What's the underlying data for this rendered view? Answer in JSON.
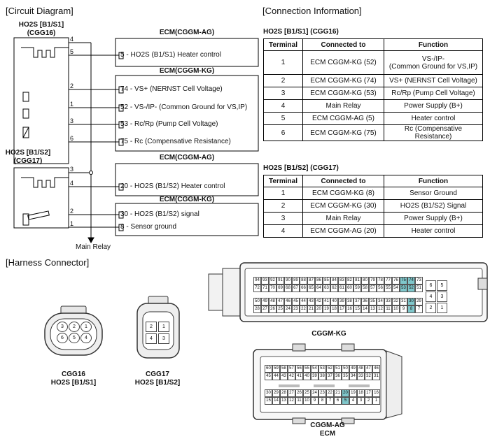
{
  "circuit": {
    "heading": "[Circuit Diagram]",
    "cgg16_title": "HO2S [B1/S1]",
    "cgg16_sub": "(CGG16)",
    "cgg17_title": "HO2S [B1/S2]",
    "cgg17_sub": "(CGG17)",
    "pins_s1": [
      "4",
      "5",
      "2",
      "1",
      "3",
      "6"
    ],
    "pins_s2": [
      "3",
      "4",
      "2",
      "1"
    ],
    "ecm_ag_1": "ECM(CGGM-AG)",
    "ecm_kg_1": "ECM(CGGM-KG)",
    "ecm_ag_2": "ECM(CGGM-AG)",
    "ecm_kg_2": "ECM(CGGM-KG)",
    "sig_heater_s1": "5 - HO2S (B1/S1) Heater control",
    "sig_vs": "74 - VS+ (NERNST Cell Voltage)",
    "sig_vs_ip": "52 - VS-/IP- (Common Ground for VS,IP)",
    "sig_rc_rp": "53 - Rc/Rp (Pump Cell Voltage)",
    "sig_rc": "75 - Rc (Compensative Resistance)",
    "sig_heater_s2": "20 - HO2S (B1/S2) Heater control",
    "sig_s2_signal": "30 - HO2S (B1/S2) signal",
    "sig_ground": "8 - Sensor ground",
    "main_relay": "Main Relay"
  },
  "connection": {
    "heading": "[Connection Information]",
    "table1_title": "HO2S [B1/S1] (CGG16)",
    "table2_title": "HO2S [B1/S2] (CGG17)",
    "headers": [
      "Terminal",
      "Connected to",
      "Function"
    ],
    "table1_rows": [
      [
        "1",
        "ECM CGGM-KG (52)",
        "VS-/IP-",
        "(Common Ground for VS,IP)"
      ],
      [
        "2",
        "ECM CGGM-KG (74)",
        "VS+ (NERNST Cell Voltage)",
        ""
      ],
      [
        "3",
        "ECM CGGM-KG (53)",
        "Rc/Rp (Pump Cell Voltage)",
        ""
      ],
      [
        "4",
        "Main Relay",
        "Power Supply (B+)",
        ""
      ],
      [
        "5",
        "ECM CGGM-AG (5)",
        "Heater control",
        ""
      ],
      [
        "6",
        "ECM CGGM-KG (75)",
        "Rc (Compensative Resistance)",
        ""
      ]
    ],
    "table2_rows": [
      [
        "1",
        "ECM CGGM-KG (8)",
        "Sensor Ground"
      ],
      [
        "2",
        "ECM CGGM-KG (30)",
        "HO2S (B1/S2) Signal"
      ],
      [
        "3",
        "Main Relay",
        "Power Supply (B+)"
      ],
      [
        "4",
        "ECM CGGM-AG (20)",
        "Heater control"
      ]
    ]
  },
  "harness": {
    "heading": "[Harness Connector]",
    "cgg16_label1": "CGG16",
    "cgg16_label2": "HO2S [B1/S1]",
    "cgg16_pins_top": [
      "3",
      "2",
      "1"
    ],
    "cgg16_pins_bottom": [
      "6",
      "5",
      "4"
    ],
    "cgg17_label1": "CGG17",
    "cgg17_label2": "HO2S [B1/S2]",
    "cgg17_pins": [
      "2",
      "1",
      "4",
      "3"
    ],
    "kg_label": "CGGM-KG",
    "kg_row1": [
      "94",
      "93",
      "92",
      "91",
      "90",
      "89",
      "88",
      "87",
      "86",
      "85",
      "84",
      "83",
      "82",
      "81",
      "80",
      "79",
      "78",
      "77",
      "76",
      "75",
      "74",
      "73"
    ],
    "kg_row2": [
      "72",
      "71",
      "70",
      "69",
      "68",
      "67",
      "66",
      "65",
      "64",
      "63",
      "62",
      "61",
      "60",
      "59",
      "58",
      "57",
      "56",
      "55",
      "54",
      "53",
      "52",
      "51"
    ],
    "kg_row3": [
      "50",
      "49",
      "48",
      "47",
      "46",
      "45",
      "44",
      "43",
      "42",
      "41",
      "40",
      "39",
      "38",
      "37",
      "36",
      "35",
      "34",
      "33",
      "32",
      "31",
      "30",
      "29"
    ],
    "kg_row4": [
      "28",
      "27",
      "26",
      "25",
      "24",
      "23",
      "22",
      "21",
      "20",
      "19",
      "18",
      "17",
      "16",
      "15",
      "14",
      "13",
      "12",
      "11",
      "10",
      "9",
      "8",
      "7"
    ],
    "kg_side": [
      "6",
      "5",
      "4",
      "3",
      "2",
      "1"
    ],
    "kg_highlight": [
      "75",
      "74",
      "53",
      "52",
      "30",
      "8"
    ],
    "ag_label1": "CGGM-AG",
    "ag_label2": "ECM",
    "ag_row1": [
      "60",
      "59",
      "58",
      "57",
      "56",
      "55",
      "54",
      "53",
      "52",
      "51",
      "50",
      "49",
      "48",
      "47",
      "46"
    ],
    "ag_row2": [
      "45",
      "44",
      "43",
      "42",
      "41",
      "40",
      "39",
      "38",
      "37",
      "36",
      "35",
      "34",
      "33",
      "32",
      "31"
    ],
    "ag_row3": [
      "30",
      "29",
      "28",
      "27",
      "26",
      "25",
      "24",
      "23",
      "22",
      "21",
      "20",
      "19",
      "18",
      "17",
      "16"
    ],
    "ag_row4": [
      "15",
      "14",
      "13",
      "12",
      "11",
      "10",
      "9",
      "8",
      "7",
      "6",
      "5",
      "4",
      "3",
      "2",
      "1"
    ],
    "ag_highlight": [
      "20",
      "5"
    ],
    "highlight_color": "#7fc7cb"
  }
}
